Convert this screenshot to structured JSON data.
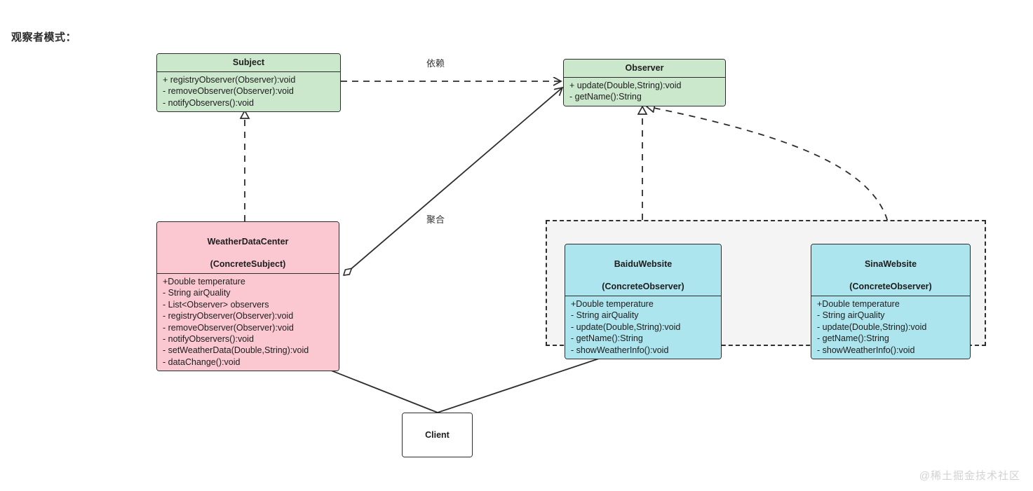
{
  "caption": "观察者模式：",
  "watermark": "@稀土掘金技术社区",
  "colors": {
    "subject_fill": "#cbe8cd",
    "concrete_subject_fill": "#fbc8d2",
    "observer_impl_fill": "#ace5ee",
    "group_fill": "#f4f4f4",
    "stroke": "#2c2c2c",
    "watermark": "#d2d2d2"
  },
  "classes": {
    "subject": {
      "name": "Subject",
      "stereotype": "",
      "members": [
        "+ registryObserver(Observer):void",
        "- removeObserver(Observer):void",
        "- notifyObservers():void"
      ]
    },
    "observer": {
      "name": "Observer",
      "stereotype": "",
      "members": [
        "+ update(Double,String):void",
        "- getName():String"
      ]
    },
    "weather_data_center": {
      "name": "WeatherDataCenter",
      "stereotype": "(ConcreteSubject)",
      "members": [
        "+Double temperature",
        "- String airQuality",
        "- List<Observer> observers",
        "- registryObserver(Observer):void",
        "- removeObserver(Observer):void",
        "- notifyObservers():void",
        "- setWeatherData(Double,String):void",
        "- dataChange():void"
      ]
    },
    "baidu_website": {
      "name": "BaiduWebsite",
      "stereotype": "(ConcreteObserver)",
      "members": [
        "+Double temperature",
        "- String airQuality",
        "- update(Double,String):void",
        "- getName():String",
        "- showWeatherInfo():void"
      ]
    },
    "sina_website": {
      "name": "SinaWebsite",
      "stereotype": "(ConcreteObserver)",
      "members": [
        "+Double temperature",
        "- String airQuality",
        "- update(Double,String):void",
        "- getName():String",
        "- showWeatherInfo():void"
      ]
    },
    "client": {
      "name": "Client",
      "stereotype": "",
      "members": []
    }
  },
  "edges": [
    {
      "id": "subject-depends-observer",
      "label": "依赖",
      "from": "Subject",
      "to": "Observer",
      "style": "dashed",
      "arrow": "open"
    },
    {
      "id": "weatherdatacenter-aggregates-observer",
      "label": "聚合",
      "from": "WeatherDataCenter",
      "to": "Observer",
      "style": "solid",
      "arrow": "open",
      "source_decoration": "hollow-diamond"
    },
    {
      "id": "weatherdatacenter-realizes-subject",
      "label": "",
      "from": "WeatherDataCenter",
      "to": "Subject",
      "style": "dashed",
      "arrow": "hollow-triangle"
    },
    {
      "id": "baiduwebsite-realizes-observer",
      "label": "",
      "from": "BaiduWebsite",
      "to": "Observer",
      "style": "dashed",
      "arrow": "hollow-triangle"
    },
    {
      "id": "sinawebsite-realizes-observer",
      "label": "",
      "from": "SinaWebsite",
      "to": "Observer",
      "style": "dashed",
      "arrow": "hollow-triangle"
    },
    {
      "id": "client-uses-weatherdatacenter",
      "label": "",
      "from": "Client",
      "to": "WeatherDataCenter",
      "style": "solid",
      "arrow": "open"
    },
    {
      "id": "client-uses-observers",
      "label": "",
      "from": "Client",
      "to": "ConcreteObservers",
      "style": "solid",
      "arrow": "open"
    }
  ]
}
